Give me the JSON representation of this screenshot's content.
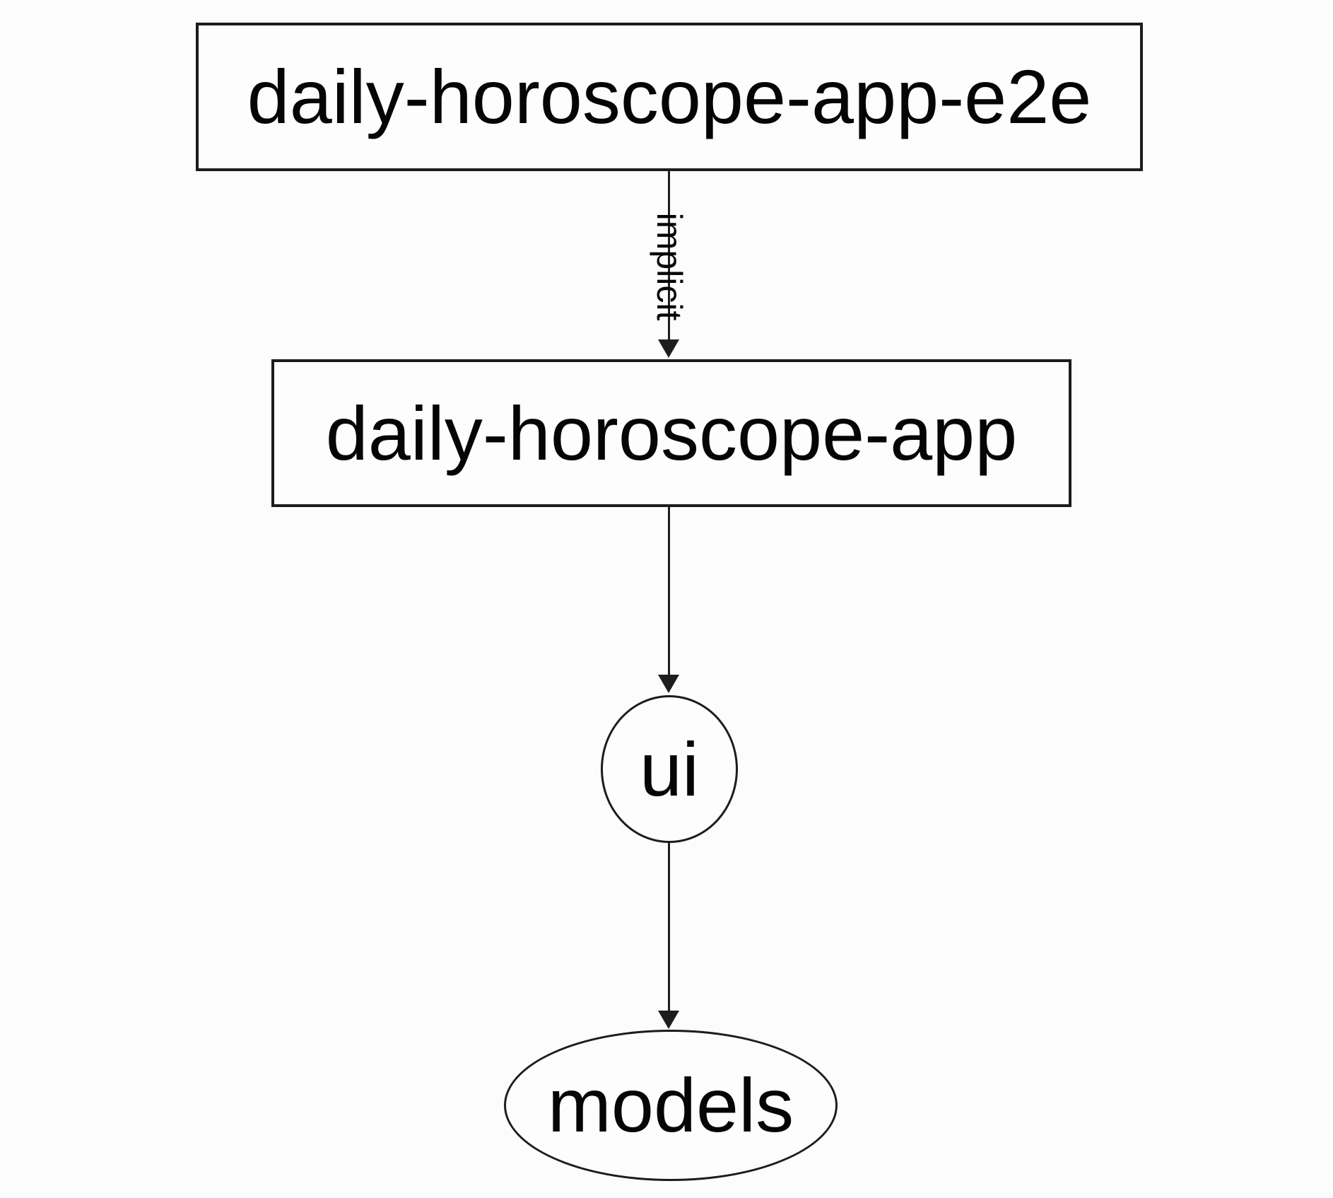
{
  "diagram": {
    "type": "dependency-graph",
    "nodes": [
      {
        "id": "daily-horoscope-app-e2e",
        "label": "daily-horoscope-app-e2e",
        "shape": "rectangle"
      },
      {
        "id": "daily-horoscope-app",
        "label": "daily-horoscope-app",
        "shape": "rectangle"
      },
      {
        "id": "ui",
        "label": "ui",
        "shape": "ellipse"
      },
      {
        "id": "models",
        "label": "models",
        "shape": "ellipse"
      }
    ],
    "edges": [
      {
        "from": "daily-horoscope-app-e2e",
        "to": "daily-horoscope-app",
        "label": "implicit",
        "arrow": "down"
      },
      {
        "from": "daily-horoscope-app",
        "to": "ui",
        "label": "",
        "arrow": "down"
      },
      {
        "from": "ui",
        "to": "models",
        "label": "",
        "arrow": "down"
      }
    ],
    "colors": {
      "background": "#fcfcfc",
      "node_fill": "#fdfdfd",
      "stroke": "#1d1d1d",
      "text": "#050505"
    }
  }
}
